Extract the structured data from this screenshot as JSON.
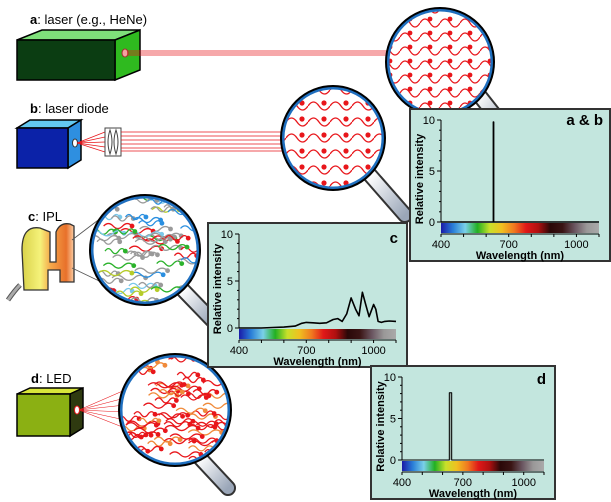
{
  "sources": [
    {
      "id": "a",
      "letter": "a",
      "name": "laser (e.g., HeNe)",
      "body_color": "#0b3d12",
      "face_color": "#2fba1f",
      "top_color": "#7fe07a",
      "particle_color": "#e8161b"
    },
    {
      "id": "b",
      "letter": "b",
      "name": "laser diode",
      "body_color": "#0b22a8",
      "face_color": "#2e8fe0",
      "top_color": "#63c8f0",
      "particle_color": "#e8161b"
    },
    {
      "id": "c",
      "letter": "c",
      "name": "IPL",
      "body_gradient": [
        "#f5f27a",
        "#f08a3a"
      ],
      "particle_colors": [
        "#e8161b",
        "#9a9a9a",
        "#2bb22b",
        "#2a8fe0",
        "#7ac8ea",
        "#b6cc2a"
      ]
    },
    {
      "id": "d",
      "letter": "d",
      "name": "LED",
      "body_color": "#8bb013",
      "face_color": "#2f3a10",
      "top_color": "#d8e63a",
      "particle_colors": [
        "#e8161b",
        "#f08a3a"
      ]
    }
  ],
  "colors": {
    "panel_bg": "#c3e6de",
    "beam": "#e8161b",
    "lens_rim": "#1f6fbf"
  },
  "spectrum_bar_stops": [
    "#1a1aa8",
    "#2a7fd8",
    "#7ad0e8",
    "#22b022",
    "#c8e02a",
    "#f0c020",
    "#f07a20",
    "#e01818",
    "#b01010",
    "#2a0808",
    "#3a1414",
    "#6a5560",
    "#9a9898",
    "#aaaaaa"
  ],
  "chart_data": [
    {
      "id": "ab",
      "type": "line",
      "title": "a & b",
      "xlabel": "Wavelength (nm)",
      "ylabel": "Relative intensity",
      "xlim": [
        400,
        1100
      ],
      "ylim": [
        0,
        10
      ],
      "xticks": [
        400,
        700,
        1000
      ],
      "yticks": [
        0,
        5,
        10
      ],
      "series": [
        {
          "name": "laser",
          "x": [
            400,
            632,
            632,
            633,
            633,
            1100
          ],
          "y": [
            0,
            0,
            9.8,
            9.8,
            0,
            0
          ]
        }
      ]
    },
    {
      "id": "c",
      "type": "line",
      "title": "c",
      "xlabel": "Wavelength (nm)",
      "ylabel": "Relative intensity",
      "xlim": [
        400,
        1100
      ],
      "ylim": [
        0,
        10
      ],
      "xticks": [
        400,
        700,
        1000
      ],
      "yticks": [
        0,
        5,
        10
      ],
      "series": [
        {
          "name": "IPL",
          "x": [
            400,
            450,
            500,
            550,
            600,
            650,
            680,
            700,
            730,
            760,
            790,
            820,
            840,
            860,
            880,
            900,
            920,
            935,
            950,
            965,
            980,
            1000,
            1010,
            1020,
            1035,
            1050,
            1070,
            1100
          ],
          "y": [
            0,
            0,
            0,
            0.05,
            0.1,
            0.2,
            0.5,
            0.6,
            0.55,
            0.5,
            0.55,
            0.9,
            1.0,
            0.7,
            1.5,
            3.2,
            2.0,
            1.3,
            3.8,
            2.5,
            1.2,
            2.5,
            2.0,
            0.7,
            0.6,
            0.7,
            0.75,
            0.7
          ]
        }
      ]
    },
    {
      "id": "d",
      "type": "line",
      "title": "d",
      "xlabel": "Wavelength (nm)",
      "ylabel": "Relative intensity",
      "xlim": [
        400,
        1100
      ],
      "ylim": [
        0,
        10
      ],
      "xticks": [
        400,
        700,
        1000
      ],
      "yticks": [
        0,
        5,
        10
      ],
      "series": [
        {
          "name": "LED",
          "x": [
            400,
            633,
            633,
            645,
            645,
            1100
          ],
          "y": [
            0,
            0,
            8.1,
            8.1,
            0,
            0
          ]
        }
      ]
    }
  ]
}
